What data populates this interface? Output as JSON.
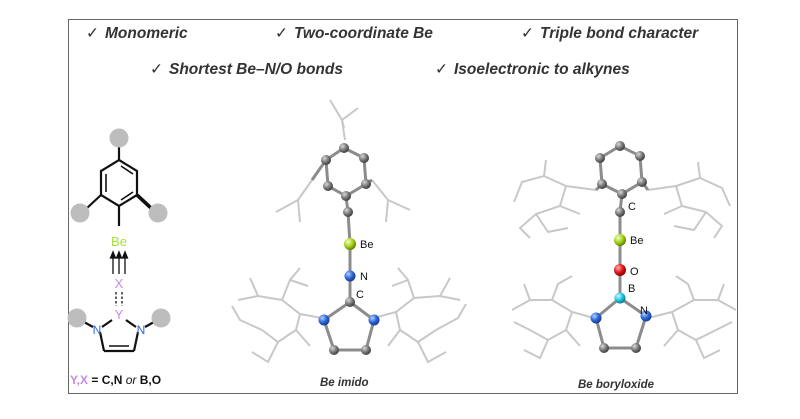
{
  "features": [
    {
      "check": "✓",
      "text": "Monomeric"
    },
    {
      "check": "✓",
      "text": "Two-coordinate Be"
    },
    {
      "check": "✓",
      "text": "Triple bond character"
    },
    {
      "check": "✓",
      "text": "Shortest Be–N/O bonds"
    },
    {
      "check": "✓",
      "text": "Isoelectronic to alkynes"
    }
  ],
  "scheme": {
    "be_label": "Be",
    "x_label": "X",
    "y_label": "Y",
    "n_left": "N",
    "n_right": "N",
    "caption_yx": "Y,X",
    "caption_eq": " = ",
    "caption_cn": "C,N",
    "caption_or": " or ",
    "caption_bo": "B,O"
  },
  "imido": {
    "caption": "Be imido",
    "label_be": "Be",
    "label_n": "N",
    "label_c": "C"
  },
  "boryloxide": {
    "caption": "Be boryloxide",
    "label_c": "C",
    "label_be": "Be",
    "label_o": "O",
    "label_b": "B",
    "label_n": "N"
  },
  "colors": {
    "be_green": "#a6e03a",
    "purple": "#c58ae3",
    "nitrogen_blue": "#2f68d8",
    "carbon_gray": "#6f6f6f",
    "oxygen_red": "#e0181a",
    "boron_cyan": "#22c6e8",
    "frame": "#666666"
  }
}
